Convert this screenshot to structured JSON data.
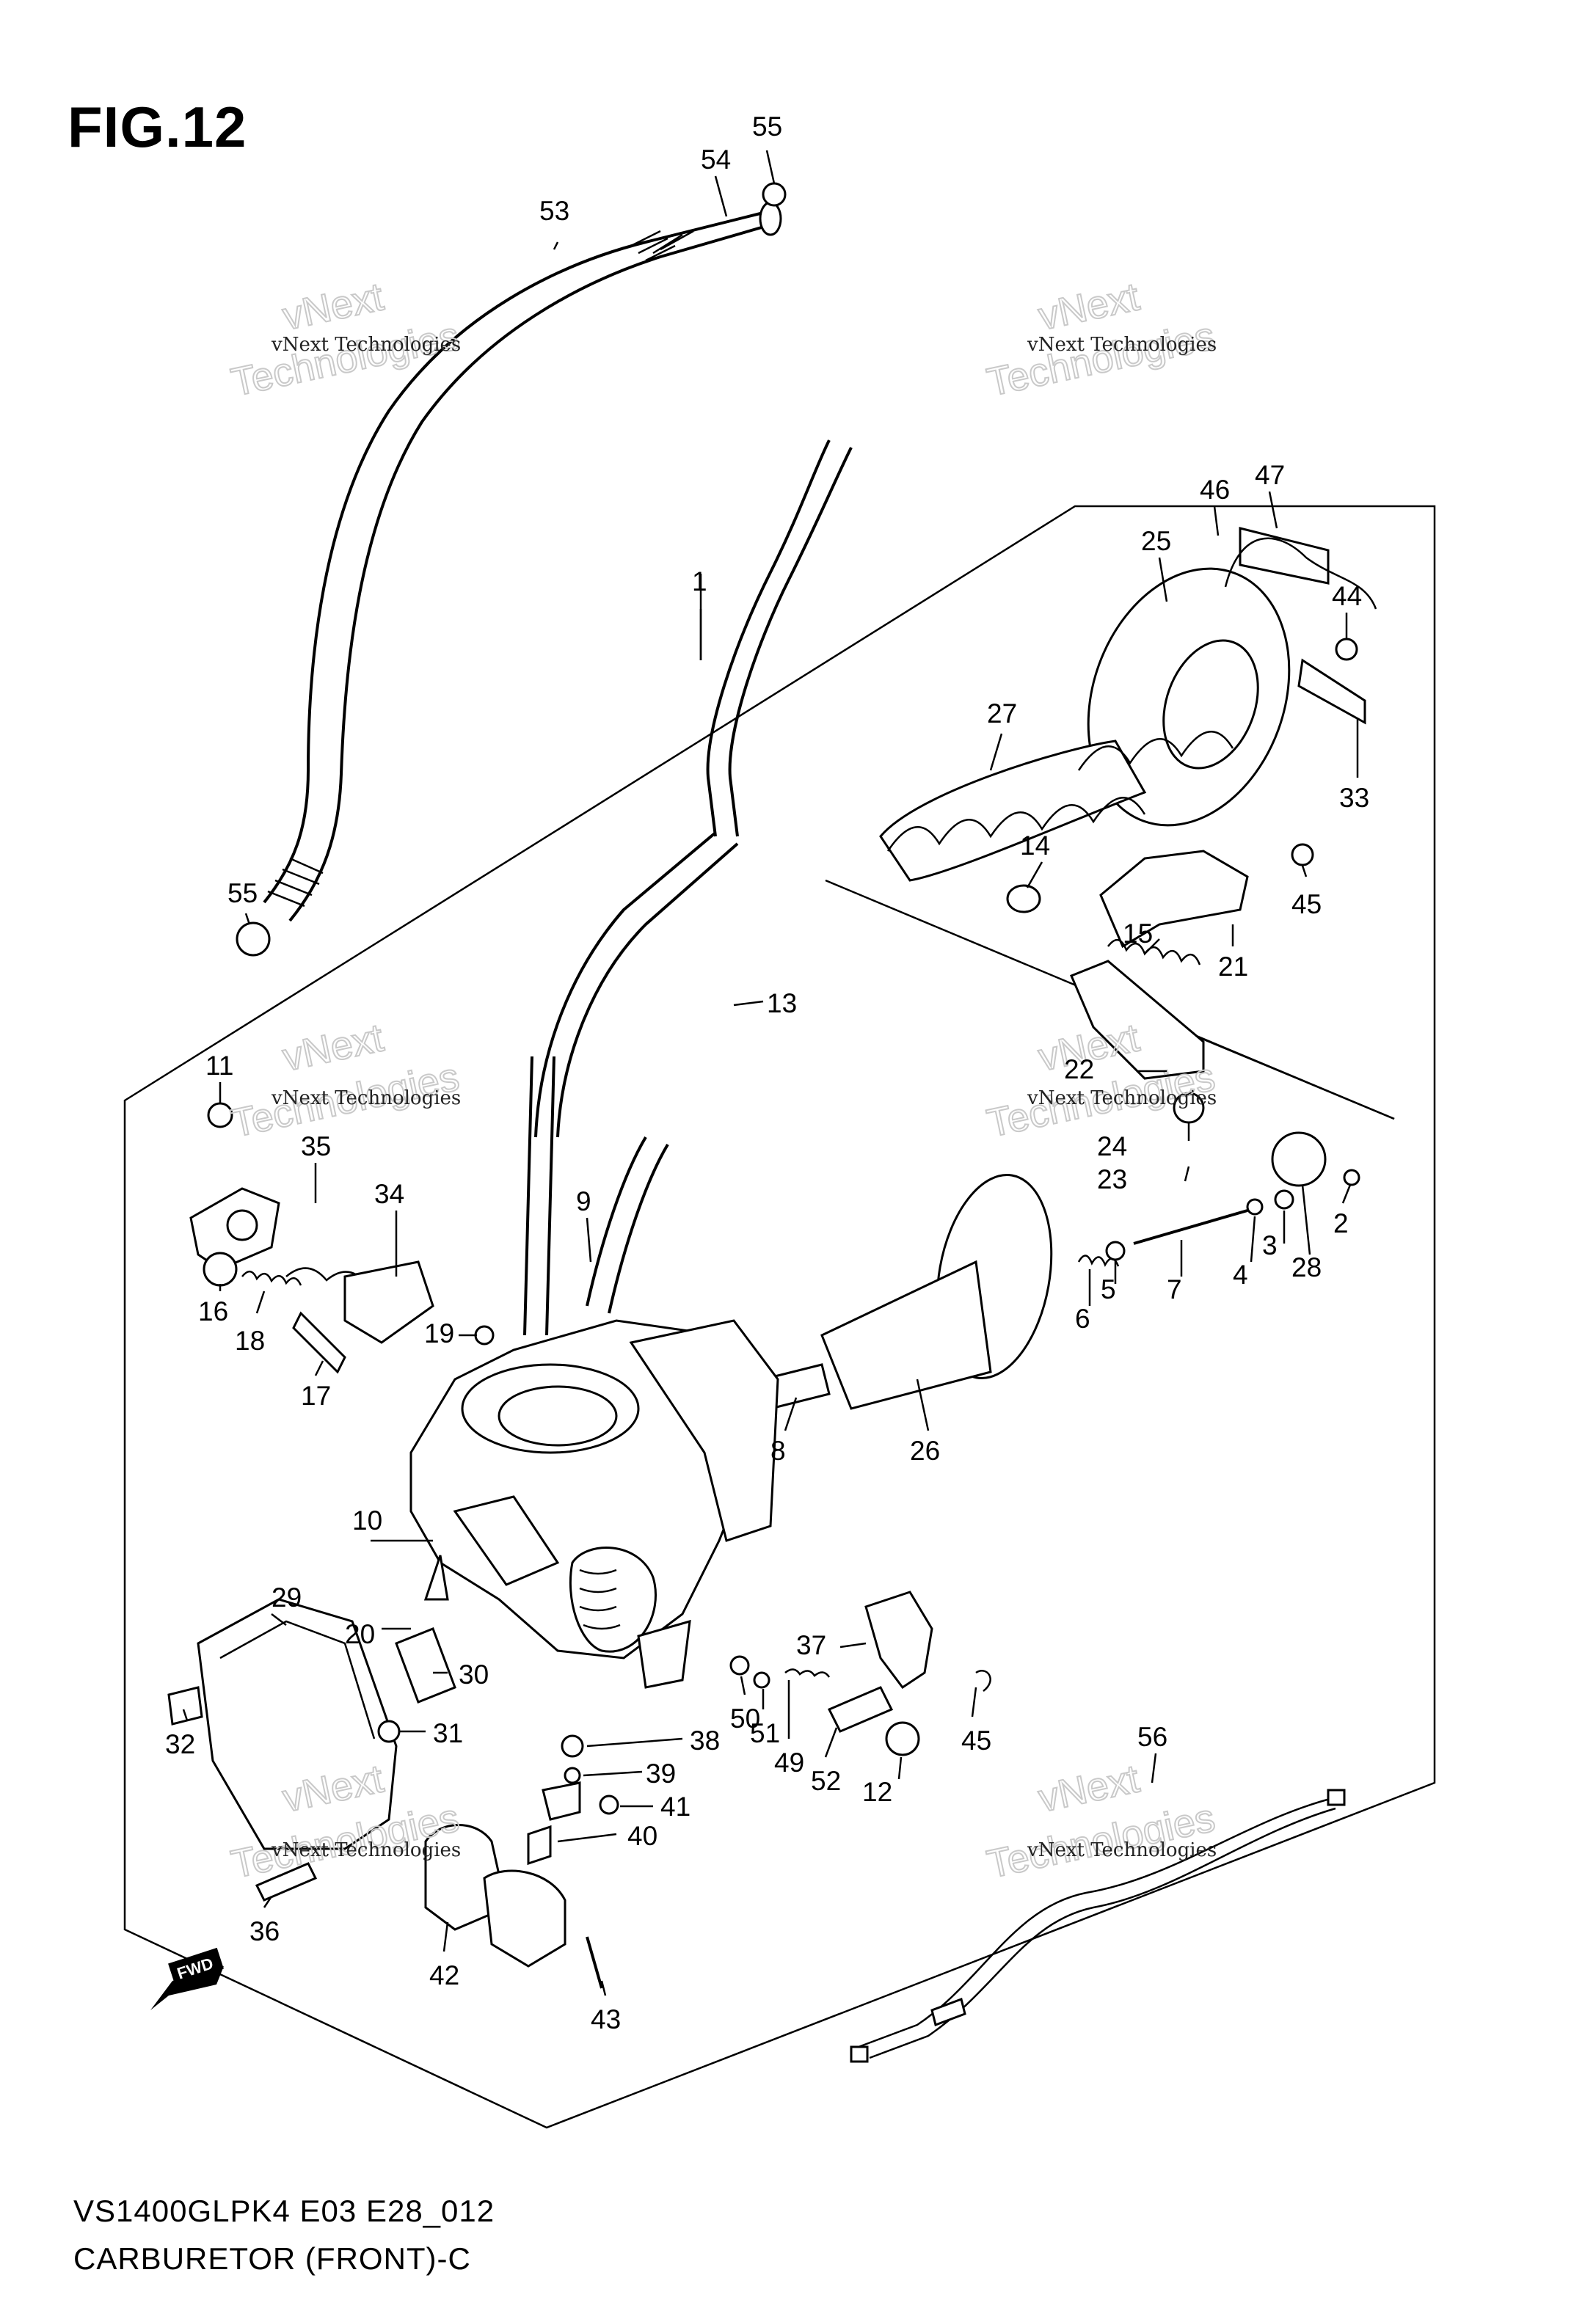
{
  "header": {
    "figure_label": "FIG.12"
  },
  "footer": {
    "model_code": "VS1400GLPK4 E03 E28_012",
    "caption": "CARBURETOR (FRONT)-C"
  },
  "watermark": {
    "company": "vNext Technologies",
    "line1": "vNext",
    "line2": "Technologies"
  },
  "fwd_label": "FWD",
  "callouts": [
    {
      "n": "1"
    },
    {
      "n": "2"
    },
    {
      "n": "3"
    },
    {
      "n": "4"
    },
    {
      "n": "5"
    },
    {
      "n": "6"
    },
    {
      "n": "7"
    },
    {
      "n": "8"
    },
    {
      "n": "9"
    },
    {
      "n": "10"
    },
    {
      "n": "11"
    },
    {
      "n": "12"
    },
    {
      "n": "13"
    },
    {
      "n": "14"
    },
    {
      "n": "15"
    },
    {
      "n": "16"
    },
    {
      "n": "17"
    },
    {
      "n": "18"
    },
    {
      "n": "19"
    },
    {
      "n": "20"
    },
    {
      "n": "21"
    },
    {
      "n": "22"
    },
    {
      "n": "23"
    },
    {
      "n": "24"
    },
    {
      "n": "25"
    },
    {
      "n": "26"
    },
    {
      "n": "27"
    },
    {
      "n": "28"
    },
    {
      "n": "29"
    },
    {
      "n": "30"
    },
    {
      "n": "31"
    },
    {
      "n": "32"
    },
    {
      "n": "33"
    },
    {
      "n": "34"
    },
    {
      "n": "35"
    },
    {
      "n": "36"
    },
    {
      "n": "37"
    },
    {
      "n": "38"
    },
    {
      "n": "39"
    },
    {
      "n": "40"
    },
    {
      "n": "41"
    },
    {
      "n": "42"
    },
    {
      "n": "43"
    },
    {
      "n": "44"
    },
    {
      "n": "45"
    },
    {
      "n": "45"
    },
    {
      "n": "46"
    },
    {
      "n": "47"
    },
    {
      "n": "49"
    },
    {
      "n": "50"
    },
    {
      "n": "51"
    },
    {
      "n": "52"
    },
    {
      "n": "53"
    },
    {
      "n": "54"
    },
    {
      "n": "55"
    },
    {
      "n": "55"
    },
    {
      "n": "56"
    }
  ]
}
